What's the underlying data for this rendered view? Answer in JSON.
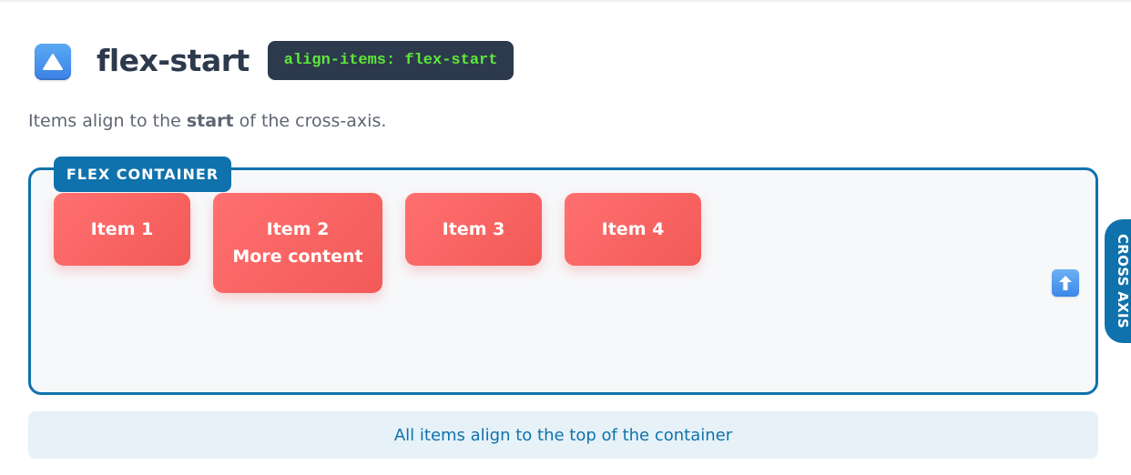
{
  "header": {
    "icon": "up-triangle-icon",
    "title": "flex-start",
    "code": "align-items: flex-start"
  },
  "description": {
    "prefix": "Items align to the ",
    "emphasis": "start",
    "suffix": " of the cross-axis."
  },
  "container": {
    "label": "FLEX CONTAINER",
    "items": [
      {
        "line1": "Item 1",
        "line2": ""
      },
      {
        "line1": "Item 2",
        "line2": "More content"
      },
      {
        "line1": "Item 3",
        "line2": ""
      },
      {
        "line1": "Item 4",
        "line2": ""
      }
    ]
  },
  "axis": {
    "icon": "up-arrow-icon",
    "tab_label": "CROSS AXIS"
  },
  "note": "All items align to the top of the container",
  "colors": {
    "accent": "#0f72ac",
    "item": "#f25a57",
    "code_bg": "#2d3a4d",
    "code_text": "#5ee83a"
  }
}
